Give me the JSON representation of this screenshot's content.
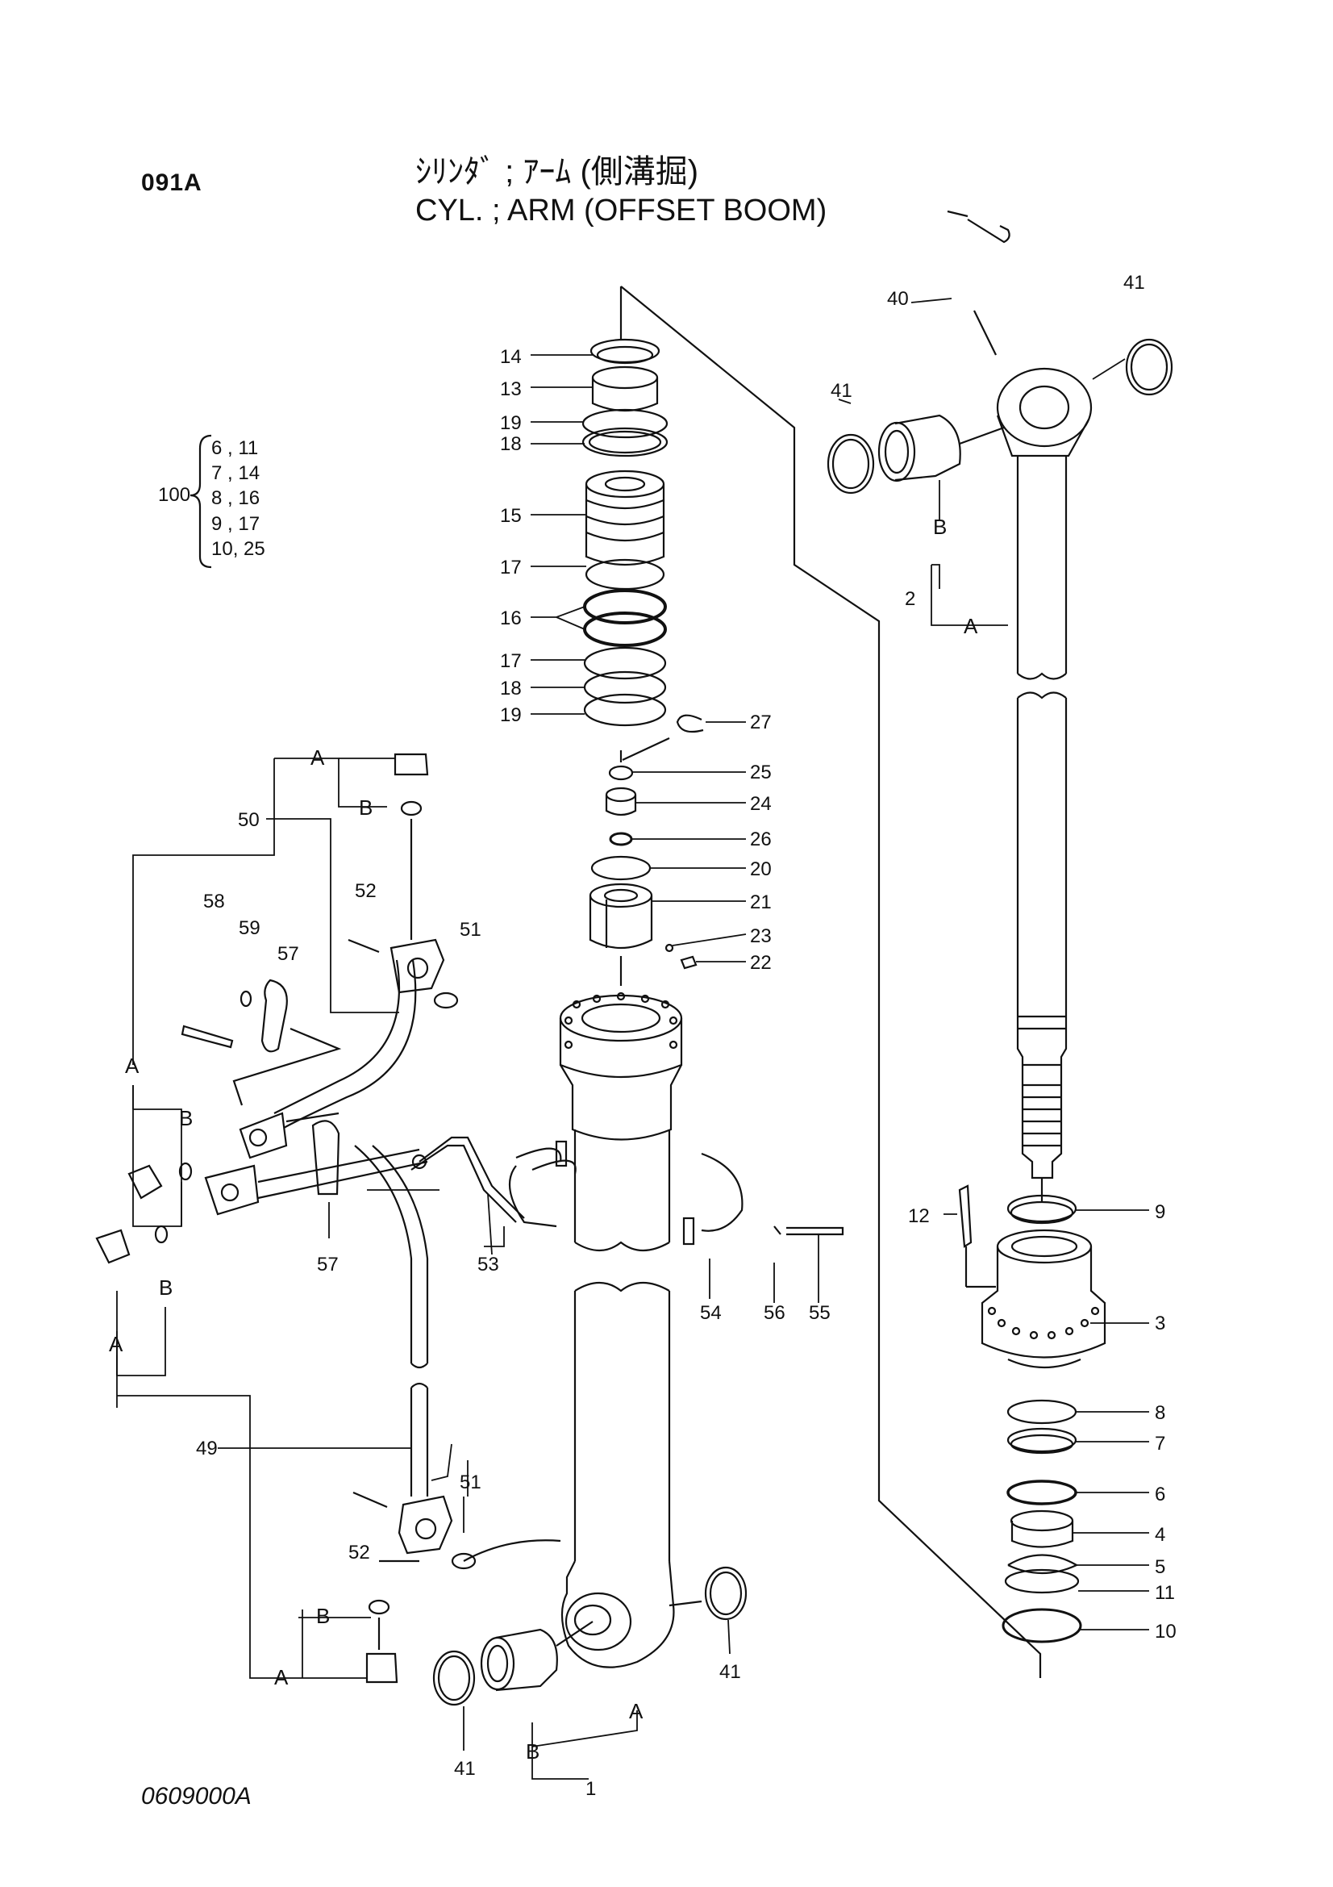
{
  "header": {
    "page_code": "091A",
    "title_jp": "ｼﾘﾝﾀﾞ ; ｱｰﾑ (側溝掘)",
    "title_en": "CYL. ; ARM (OFFSET  BOOM)"
  },
  "footer": {
    "drawing_no": "0609000A"
  },
  "kit": {
    "label": "100",
    "rows": [
      "6 , 11",
      "7 , 14",
      "8 , 16",
      "9 , 17",
      "10, 25"
    ]
  },
  "callouts": [
    {
      "id": "14",
      "text": "14"
    },
    {
      "id": "13",
      "text": "13"
    },
    {
      "id": "19a",
      "text": "19"
    },
    {
      "id": "18a",
      "text": "18"
    },
    {
      "id": "15",
      "text": "15"
    },
    {
      "id": "17a",
      "text": "17"
    },
    {
      "id": "16",
      "text": "16"
    },
    {
      "id": "17b",
      "text": "17"
    },
    {
      "id": "18b",
      "text": "18"
    },
    {
      "id": "19b",
      "text": "19"
    },
    {
      "id": "27",
      "text": "27"
    },
    {
      "id": "25",
      "text": "25"
    },
    {
      "id": "24",
      "text": "24"
    },
    {
      "id": "26",
      "text": "26"
    },
    {
      "id": "20",
      "text": "20"
    },
    {
      "id": "21",
      "text": "21"
    },
    {
      "id": "23",
      "text": "23"
    },
    {
      "id": "22",
      "text": "22"
    },
    {
      "id": "40",
      "text": "40"
    },
    {
      "id": "41a",
      "text": "41"
    },
    {
      "id": "41b",
      "text": "41"
    },
    {
      "id": "2",
      "text": "2"
    },
    {
      "id": "9",
      "text": "9"
    },
    {
      "id": "12",
      "text": "12"
    },
    {
      "id": "3",
      "text": "3"
    },
    {
      "id": "8",
      "text": "8"
    },
    {
      "id": "7",
      "text": "7"
    },
    {
      "id": "6",
      "text": "6"
    },
    {
      "id": "4",
      "text": "4"
    },
    {
      "id": "5",
      "text": "5"
    },
    {
      "id": "11",
      "text": "11"
    },
    {
      "id": "10",
      "text": "10"
    },
    {
      "id": "58",
      "text": "58"
    },
    {
      "id": "59",
      "text": "59"
    },
    {
      "id": "57a",
      "text": "57"
    },
    {
      "id": "52a",
      "text": "52"
    },
    {
      "id": "51a",
      "text": "51"
    },
    {
      "id": "50",
      "text": "50"
    },
    {
      "id": "57b",
      "text": "57"
    },
    {
      "id": "53",
      "text": "53"
    },
    {
      "id": "54",
      "text": "54"
    },
    {
      "id": "56",
      "text": "56"
    },
    {
      "id": "55",
      "text": "55"
    },
    {
      "id": "49",
      "text": "49"
    },
    {
      "id": "52b",
      "text": "52"
    },
    {
      "id": "51b",
      "text": "51"
    },
    {
      "id": "41c",
      "text": "41"
    },
    {
      "id": "41d",
      "text": "41"
    },
    {
      "id": "1",
      "text": "1"
    }
  ],
  "refs": [
    {
      "id": "A1",
      "text": "A"
    },
    {
      "id": "B1",
      "text": "B"
    },
    {
      "id": "A2",
      "text": "A"
    },
    {
      "id": "B2",
      "text": "B"
    },
    {
      "id": "A3",
      "text": "A"
    },
    {
      "id": "B3",
      "text": "B"
    },
    {
      "id": "A4",
      "text": "A"
    },
    {
      "id": "B4",
      "text": "B"
    },
    {
      "id": "A5",
      "text": "A"
    },
    {
      "id": "B5",
      "text": "B"
    },
    {
      "id": "A6",
      "text": "A"
    },
    {
      "id": "B6",
      "text": "B"
    }
  ]
}
